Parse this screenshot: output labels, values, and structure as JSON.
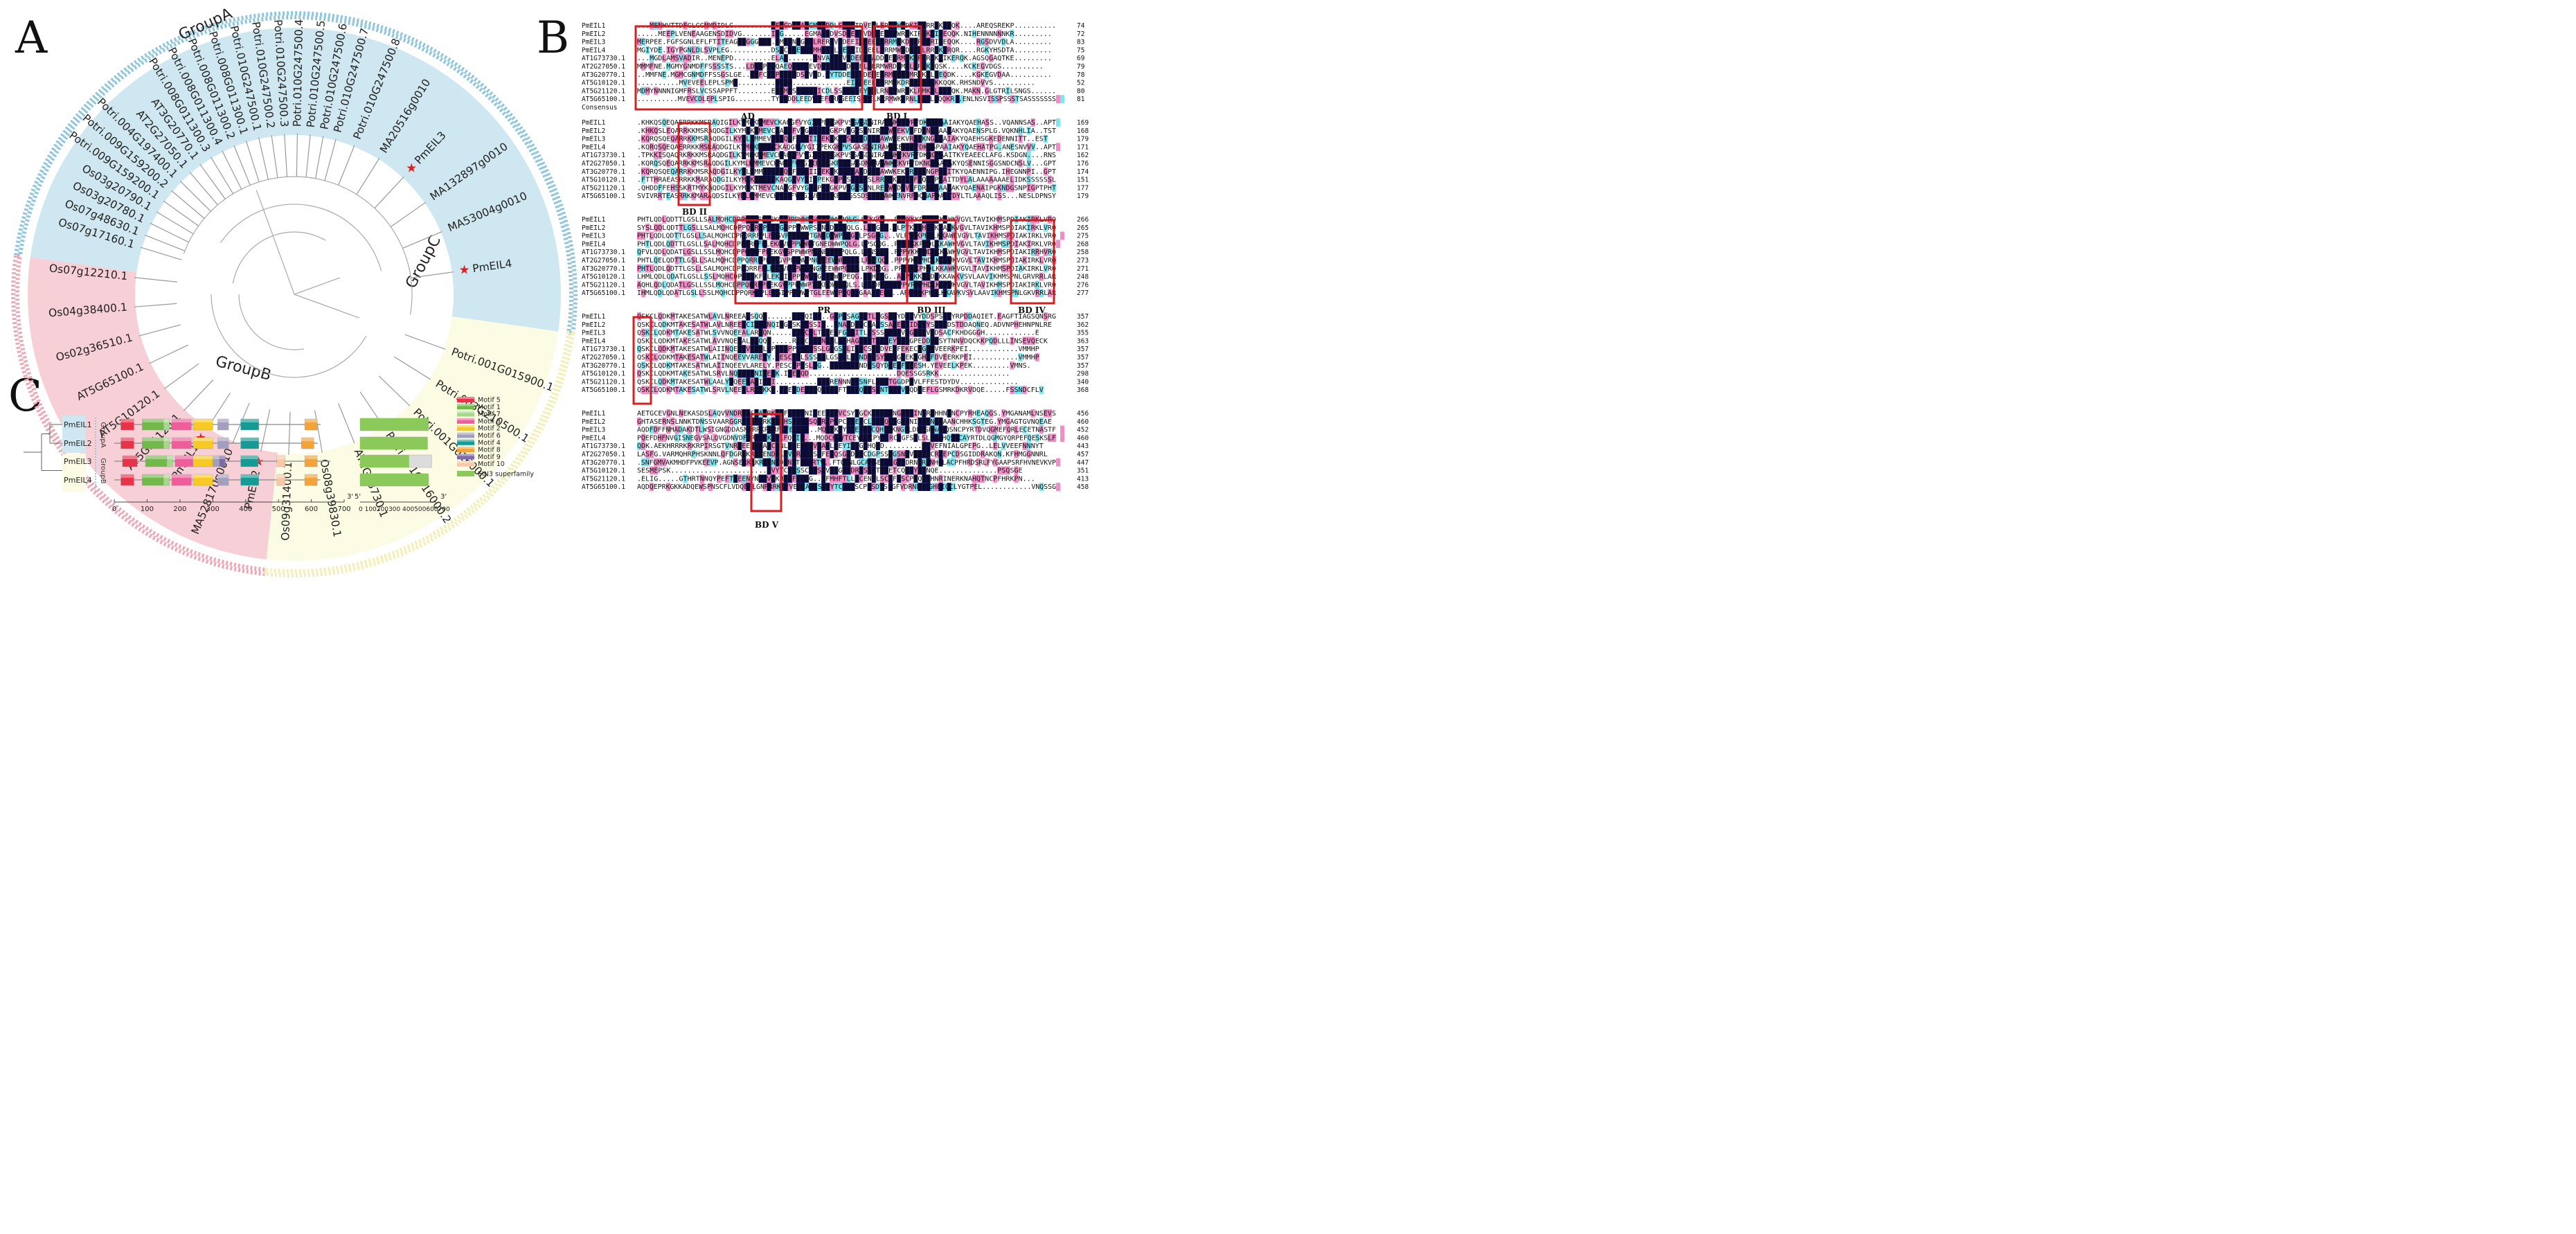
{
  "panels": {
    "a": "A",
    "b": "B",
    "c": "C"
  },
  "colors": {
    "groupA": "#cfe7f0",
    "groupB": "#f7cfd6",
    "groupC": "#fcfbe3",
    "groupA_ring": "#8fc7de",
    "groupB_ring": "#f0a7b6",
    "groupC_ring": "#f3efb5",
    "star": "#e02020",
    "box": "#d42020",
    "aln_dark": "#0a0a40",
    "aln_pink": "#f08cc6",
    "aln_cyan": "#7fe6f0"
  },
  "tree": {
    "groups": [
      "GroupA",
      "GroupB",
      "GroupC"
    ],
    "groupA_leaves": [
      "Potri.010G247500.8",
      "Potri.010G247500.7",
      "Potri.010G247500.6",
      "Potri.010G247500.5",
      "Potri.010G247500.4",
      "Potri.010G247500.3",
      "Potri.010G247500.2",
      "Potri.010G247500.1",
      "Potri.008G011300.1",
      "Potri.008G011300.2",
      "Potri.008G011300.4",
      "Potri.008G011300.3",
      "AT3G20770.1",
      "AT2G27050.1",
      "Potri.004G197400.1",
      "Potri.009G159200.2",
      "Potri.009G159200.1",
      "Os03g20790.1",
      "Os03g20780.1",
      "Os07g48630.1",
      "Os07g17160.1"
    ],
    "groupA_special": [
      {
        "label": "Potri.010G247500.8",
        "star": false
      },
      {
        "label": "MA20516g0010",
        "star": false
      },
      {
        "label": "PmEIL3",
        "star": true
      },
      {
        "label": "MA132897g0010",
        "star": false
      },
      {
        "label": "MA53004g0010",
        "star": false
      },
      {
        "label": "PmEIL4",
        "star": true
      }
    ],
    "groupB_leaves": [
      "Os07g12210.1",
      "Os04g38400.1",
      "Os02g36510.1",
      "AT5G65100.1",
      "AT5G10120.1",
      "AT5G21120.1",
      "PmEIL1",
      "MA528170g0010",
      "PmEIL2"
    ],
    "groupC_leaves": [
      "Potri.001G015900.1",
      "Potri.003G210500.1",
      "Potri.001G016000.1",
      "Potri.001G016000.2",
      "AT1G73730.1",
      "Os08g39830.1",
      "Os09g31400.1"
    ]
  },
  "alignment": {
    "names": [
      "PmEIL1",
      "PmEIL2",
      "PmEIL3",
      "PmEIL4",
      "AT1G73730.1",
      "AT2G27050.1",
      "AT3G20770.1",
      "AT5G10120.1",
      "AT5G21120.1",
      "AT5G65100.1"
    ],
    "consensus_label": "Consensus",
    "blocks": [
      {
        "seqs": [
          "...MENHVTTDFGLGGNMDIDLG.........DFMGDNDAEGMADDDLSDEEIDVEELERRMWKDKIRYRRIKEQQK....AREQSREKP..........",
          ".....MEEPLVENEAAGENSDIDVG.......IVG.....EGMAEEDVSDEEIDVDELERRMWRDKIRYKRIKEQQK.NIHENNNNNNKR.........",
          "MERPEE.FGFSGNLEFLFTITEAGGGGGGGGR.SMGENVGDALRERDVSDEEIEPEELERRMWKDKIRLRRIKEQQK....RGSDVVDLA.........",
          "MGIYDE.IGYPGNLDLSVPLEG..........DSMCENEGEVMHDDGLSEDEIDVEELERRMWKDKIRLRRIKERQR....RGKYHSDTA.........",
          "...MGDLAMSVADIR..MENEPD.........ELAS......DNVAEIDVSDEEIDADDLERRMWKDRVRLKRIKERQK.AGSQGAQTKE.........",
          "MMMFNE.MGMYGNMDFFSSSSTS...LDVCPLPQAEQEPVVEVDYTDDEMDVDELERRMWRDKMRLKRLKEQSK....KCKEGVDGS..........",
          "..MMFNE.MGMCGNMDFFSSGSLGE..VDFCPVPQAEPDSIVED.DYTDDEIDVDELERRMWRDKMRLKRLKEQDK....KGKEGVDAA..........",
          "..........MVEVEELEPLSPMD.........DEEE.............EISYEELKKRMWKDRNRMEKLKKQQK.RHSNDVVS..........",
          "MDMYNNNNIGMFRSLVCSSAPPFT........EGHMCSESHTAICDLSSDEEIEYEELRNRMWRDKLRMKRLKELQK.MAKN.GLGTRILSNGS......",
          "..........MVEVCDLEPLSPIG.........TYDEDDLEEDVDEFERFGEEISYDELKRRMWKDRNLMCKLKQQKR..ENLNSVISSPSSSTSASSSSSSS",
          ""
        ],
        "ends": [
          "74",
          "72",
          "83",
          "75",
          "69",
          "79",
          "78",
          "52",
          "80",
          "81"
        ],
        "labels": [
          "AD",
          "BD I"
        ]
      },
      {
        "seqs": [
          ".KHKQSQEQAERRKKMSRAQIGILKYMLKMMEVCKAQGFVYGIIPEKGKPVSGASDNIRAWWKEKVRFDKNGPAAIAKYQAEHASS..VQANNSAS..APT",
          ".KHKQSLEQARRKKMSRAQDGILKYMLKMMEVCKAQGFVYGIIPEKGKPVSGASDNIRAWWKEKVRFDKNGPAAIAKYQAENSPLG.VQKNHLIA..TST",
          ".KQRQSQEQARRKKMSRAQDGILKYMLKMMEVCKAQGFVYGIIPEKGKPVSGASDNIRAWWKEKVRFDKNGPAAIAKYQAEHSGKEDENNITT..EST",
          ".KQRQSQEQAERRKKMSRAQDGILKYMLKMMEVCKAQGFVYGIIPEKGKPVSGASDNIRAWWKEKVRFDKNGPAAIAKYQAEHATPG.ANESNVVV..APT",
          ".TPKKISQAQRKRKKMSRAQDGILKYMLKMMEVCKAQGFVYGIIPEKGKPVSGASDNIRAWWKEKVRFDKNGPAAITKYEAEECLAFG.KSDGN....RNS",
          ".KQRQSQEQARRKKMSRAQDGILKYMLKMMEVCKAQGFVYGIIPEKGKPVSGASDNIRAWWKEKVRFDKNGPAAIAKYQSENNISGGSNDCNSLV...GPT",
          ".KQRQSQEQARRKKMSRAQDGILKYMLKMMEVCKAQGFVYGIIPEKGKPVTGASDNLRAWWKEKVRFDRNGPAAITKYQAENNIPG.IHEGNNPI..GPT",
          ".FTTHRAEASRRKKMARAQDGILKYMLKMMEVCKAQGFVYGIIPEKGKPISGSSDSLRRWWKENVQFDQNAPDAITDYLALAAAAAAAELIDKSSSSSSL",
          ".QHDDFFEHSSKRTMYKAQDGILKYMLKTMEVCNAQGFVYGIIPEKGKPVSGASDNLREWWKDKVRFDRNGPAAIAKYQAENAIPGKNDGSNPIGPTPHT",
          "SVIVRRTEASRRKKMARAQDSILKYMLKMMEVCKAQGFVYGIVPEKGKPVTGSSDSLRRWWKENVRFDQNAPDAITDYLTLAAAQLISS...NESLDPNSY"
        ],
        "ends": [
          "169",
          "168",
          "179",
          "171",
          "162",
          "176",
          "174",
          "151",
          "177",
          "179"
        ],
        "labels": [
          "BD II"
        ]
      },
      {
        "seqs": [
          "PHTLQDLQDTTLGSLLSALMQHCDPPQRRFPLEKGVPPPWWPSGDEDWWPQLG.LTKGQG..PPPYKKPHDLKKAWKVGVLTAVIKHMSPDIAKIRKLVRQ",
          "SYSLQDLQDTTLGSLLSALMQHCDPPQRRFPLEKGVPPPWWPSGNEDWWHQLG.LKSGQG.PLPYKKPHDLKKAWKVGVLTAVIKHMSPDIAKIRKLVRQ",
          "PHTLQDLQDTTLGSLLSALMQHCDPPQRRFPLEKGVPPPWWPTGNEDWWPQVG.LPSGQG...VLPYKKPHDLKKAWKVGVLTAVIKHMSPDIAKIRKLVRQ",
          "PHTLQDLQDTTLGSLLSALMQHCDPPQRRFPLEKGVPPPWWPTGNEDWWPQLG.LPSGQG..PPPYKKPHDLKKAWKVGVLTAVIKHMSPDIAKIRKLVRQ",
          "QFVLQDLQDATLGSLLSSLMQHCDPPQRRFPLEKGVSPPWWPNGNEEWWPQLG.LPNSQG..PPPYKKPHDLKKAWKVGVLTAVIKHMSPDIAKIRRHVRQ",
          "PHTLQELQDTTLGSLLSALMQHCDPPQRRFPLEKGVPPPWWPNGNEEWWPQLG.LPNEQG..PPPYKKPHDLKKAWKVGVLTAVIKHMSPDIAKIRKLVRQ",
          "PHTLQDLQDTTLGSLLSALMQHCDPPQRRFPLEKGVPPPWWPNGKEEWWPQLG.LPKDQG..PPPYKKPHDLKKAWKVGVLTAVIKHMSPDIAKIRKLVRQ",
          "LHMLQDLQDATLGSLLSSLMQHCDPPQRKFPLEKGIPPPWWPTGLEEWWPEQG.AAHEHG..APPYKKPHDLKKAWKVSVLAAVIKHMSPNLGRVRRLAR",
          "AQHLQDLQDATLGSLLSSLMQHCDPPQRRFPLEKGVPPPWWPTGKEDWWDQLS.LPVDFRGVPPPYRKPHDLKKVWKVGVLTAVIKHMSPDIAKIRKLVRQ",
          "IHMLQDLQDATLGSLLSSLMQHCDPPQRKFPLEKGIPPPWWPTGLEEWWPEQG.GAAAFEHG..APPYKKPHDLKKAWKVSVLAAVIKHMSPNLGKVRRLAR"
        ],
        "ends": [
          "266",
          "265",
          "275",
          "268",
          "258",
          "273",
          "271",
          "248",
          "276",
          "277"
        ],
        "labels": [
          "PR",
          "BD III",
          "BD IV"
        ]
      },
      {
        "seqs": [
          "QSKCLQDKMTAKESATWLAVLNREEALSQQQ......NRGQIVG..GTPGSAGVLTLSGSGEYDVDVYDDSPSSVYRPDDAQIET.EAGFTIAGSQNSRG",
          "QSKCLQDKMTAKESATWLAVLNREEACIKQLNQIHGTSKSSSSIS..GNANDAGCMATSSANEYDIDYTYSPSSDSTDDAQNEQ.ADVNPHEHNPNLRE",
          "QSKCLQDKMTAKESATWLSVVNQEEALARQQN.....PNTCLLTSAEGFGNAITLTSSSSEYDVEGVDDVPDSACFKHDGGGH............E",
          "QSKCLQDKMTAKESATWLAVVNQEEALARQQN.....RNACPPTNASLTTHAGSLTTSSSEYDVEGPEDDNTSYTNNVDQCKKPQDLLLINSEVQECK",
          "QSKCLQDKMTAKESATWLAIINQEEVVARELYPESCPPLSSSSSLGSGSLLINDCSSYDVEGFEKECHGFDVEERKPEI............VMMHP",
          "QSKCLQDKMTAKESATWLAIINQEEVVARELY.PESCPPLSSSSSLGSGSLLINDCSSYDVEGFEKEGHGFDVEERKPEI...........VMMHP",
          "QSKCLQDKMTAKESATWLAIINQEEVLARELY.PESCPPLSLSG..GSCSLLMNDCSQYDVEGFEKESH.YEVEELKPEK.........VMNS.",
          "QSKCLQDKMTAKESATWLSRVLNQEEALNIKELK.ISEDQD.....................DQESSGSRKK.................",
          "QSKCLQDKMTAKESATWLAALYRQEEIAKIVQI..........AMSRENNNNTSNFLVFATGGDPDVLFFESTDYDV..............",
          "QSKCLQDKMTAKESATWLSRVLNEEALRNIKKS.IDEEDEDRDQEQARFTCFDQEPSLNTCFIVGQDQEFLGSMRKDKRVDQE.....FSSNDCFLV"
        ],
        "ends": [
          "357",
          "362",
          "355",
          "363",
          "357",
          "357",
          "357",
          "298",
          "340",
          "368"
        ],
        "labels": []
      },
      {
        "seqs": [
          "AETGCEVGNLNEKASDSLAQVVNDRNLSEASRKRRFSAGENILEERVFVCSYEGCKHSNYRNGFVDINERNHHNSNCPYRHEAQGS.YMGANAMLNSEVS",
          "GHTASERNSLNNKTDNSSVAARGGRLLSNSRKRHSHSRSSISQERFPLPCEHEGCLHQDQRNGFLNISQRNSHAANCHHKSGTEG.YMGAGTGVNQEAE",
          "AQDFDFFNMADAKDTLWSIGNGDDASMTRRKRKRFLFEEIL...MQDCKIYTCEYQECQHERKNGFLDLNSRNAHQSNCPYRTDVQGMEFQRLECETNASTF",
          "PQEFDHFNVGISNEGVSALQVGDNVDFRRRKRKRFLFQEIL...MQDCKVYTCEYQECPYHERCLGFSDLSLRNAHQSNCAYRTDLQGMGYQRPEFQESKSLF",
          "QDK.AEKHRRRKRKRPIRSGTVNRQEEDPEAQCRNLKFEMNHVDAPLLEYINNGTHQED.........EVVEFNIALGPEPG..LELVVEEFNNNYT",
          "LASFG.VARMQHRPHSKNNLQFDGRRKRQNENDNLNVDRSAGSGFENQSGSDRRCDGPSSEGSNLVNKYRCRPEPCDSGIDDRAKQN.KFHMGGNNRL",
          ".SNFGMVAKMHDFPVKEEVP.AGNSERKRKRKRNPDLN.TIMDRTV..FTCENLGCAHSEISRGFLDRNSRDNHQLACPFHRDSRLFYGAAPSRFHVNEVKVP",
          "SESMEPSK.......................SVYTCQNSSCPKSDVSFGFDDRNSRDTHQETCQFLYGSNQE..............PSQSGE",
          ".ELIG.....GTHRTNNQYPEFTEEENYNCVVRKRKFFEEFG..MFMHFTLLTCENCLSCPFYSCPHQFLHNRINERKNAHQTNCPFHRKPN...",
          "AQDQEPRKGKKADQEWSPNSCFLVDQERLGNRRRKGFVEKEAMLSNVYTCQNSSCPSSDVSLGFVDRNLRTGHEIQCLYGTPEL............VNQSSG"
        ],
        "ends": [
          "456",
          "460",
          "452",
          "460",
          "443",
          "457",
          "447",
          "351",
          "413",
          "458"
        ],
        "labels": [
          "BD V"
        ]
      }
    ]
  },
  "motif": {
    "genes": [
      "PmEIL1",
      "PmEIL2",
      "PmEIL3",
      "PmEIL4"
    ],
    "group_labels": [
      "GroupA",
      "GroupB"
    ],
    "axis_ticks": [
      "0",
      "100",
      "200",
      "300",
      "400",
      "500",
      "600",
      "700"
    ],
    "axis_end": "3'",
    "axis2_start": "5'",
    "axis2_ticks": "0 100200300 400500600700",
    "axis2_end": "3'",
    "legend": [
      {
        "name": "Motif 5",
        "color": "#e8324a"
      },
      {
        "name": "Motif 1",
        "color": "#72b84a"
      },
      {
        "name": "Motif 7",
        "color": "#a6d88a"
      },
      {
        "name": "Motif 3",
        "color": "#ef5e9a"
      },
      {
        "name": "Motif 2",
        "color": "#f7c925"
      },
      {
        "name": "Motif 6",
        "color": "#a39fbf"
      },
      {
        "name": "Motif 4",
        "color": "#169a95"
      },
      {
        "name": "Motif 8",
        "color": "#f2a33a"
      },
      {
        "name": "Motif 9",
        "color": "#7e6aa6"
      },
      {
        "name": "Motif 10",
        "color": "#f7c9a8"
      }
    ],
    "superfamily": {
      "name": "EIN3 superfamily",
      "color": "#8bc95a"
    },
    "protein_lengths": [
      628,
      620,
      658,
      628
    ],
    "axis_max": 700,
    "motifs_per_gene": [
      [
        [
          "Motif 5",
          20,
          60
        ],
        [
          "Motif 1",
          85,
          150
        ],
        [
          "Motif 7",
          150,
          168
        ],
        [
          "Motif 3",
          175,
          235
        ],
        [
          "Motif 2",
          240,
          300
        ],
        [
          "Motif 6",
          315,
          348
        ],
        [
          "Motif 4",
          385,
          440
        ],
        [
          "Motif 8",
          580,
          618
        ]
      ],
      [
        [
          "Motif 5",
          20,
          60
        ],
        [
          "Motif 1",
          85,
          150
        ],
        [
          "Motif 7",
          150,
          168
        ],
        [
          "Motif 3",
          175,
          235
        ],
        [
          "Motif 2",
          240,
          300
        ],
        [
          "Motif 6",
          315,
          348
        ],
        [
          "Motif 4",
          385,
          440
        ],
        [
          "Motif 8",
          570,
          608
        ]
      ],
      [
        [
          "Motif 5",
          25,
          70
        ],
        [
          "Motif 1",
          95,
          160
        ],
        [
          "Motif 7",
          160,
          178
        ],
        [
          "Motif 3",
          185,
          240
        ],
        [
          "Motif 2",
          240,
          300
        ],
        [
          "Motif 6",
          300,
          320
        ],
        [
          "Motif 9",
          320,
          338
        ],
        [
          "Motif 4",
          385,
          438
        ],
        [
          "Motif 10",
          495,
          520
        ],
        [
          "Motif 8",
          580,
          618
        ]
      ],
      [
        [
          "Motif 5",
          20,
          60
        ],
        [
          "Motif 1",
          85,
          150
        ],
        [
          "Motif 7",
          150,
          168
        ],
        [
          "Motif 3",
          175,
          235
        ],
        [
          "Motif 2",
          240,
          300
        ],
        [
          "Motif 6",
          315,
          348
        ],
        [
          "Motif 4",
          385,
          440
        ],
        [
          "Motif 10",
          495,
          520
        ],
        [
          "Motif 8",
          580,
          618
        ]
      ]
    ],
    "superfamily_spans": [
      [
        0,
        628
      ],
      [
        0,
        620
      ],
      [
        0,
        450
      ],
      [
        0,
        628
      ]
    ]
  }
}
